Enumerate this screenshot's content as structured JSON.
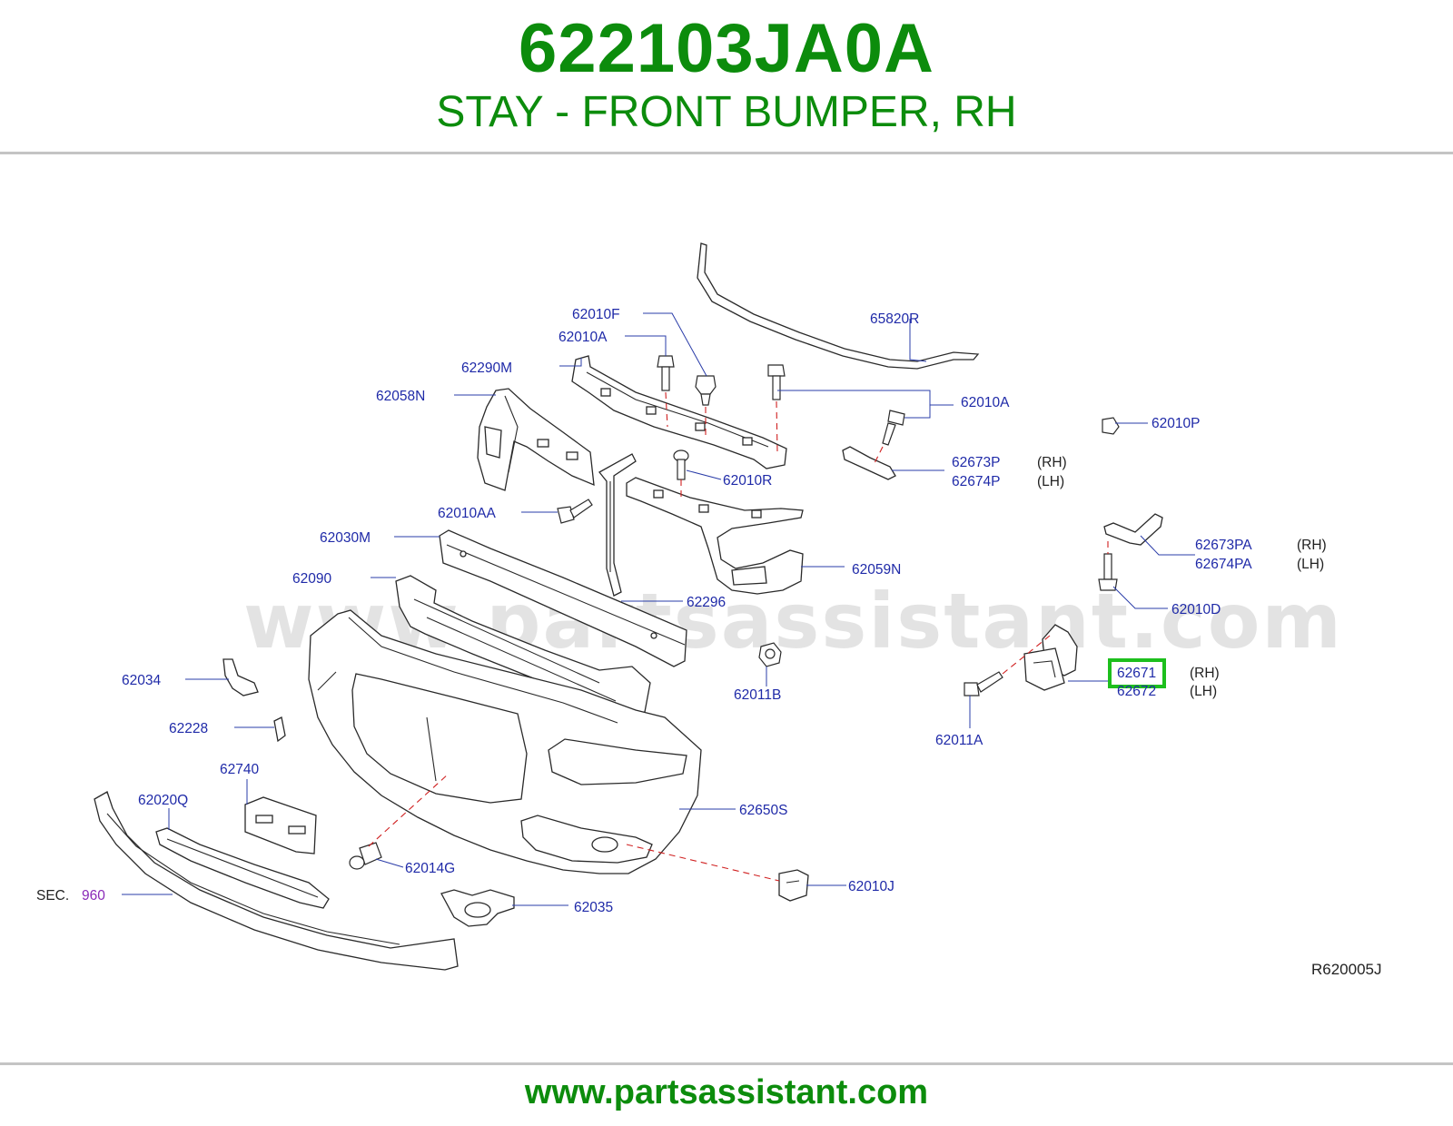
{
  "header": {
    "part_number": "622103JA0A",
    "part_name": "STAY - FRONT BUMPER, RH"
  },
  "footer": {
    "url": "www.partsassistant.com"
  },
  "watermark": "www.partsassistant.com",
  "diagram": {
    "code": "R620005J",
    "sec_label": "SEC.",
    "sec_number": "960",
    "highlight_color": "#1dbf1d",
    "labels": {
      "l65820R": "65820R",
      "l62010F": "62010F",
      "l62010A_top": "62010A",
      "l62290M": "62290M",
      "l62058N": "62058N",
      "l62010A_right": "62010A",
      "l62010P": "62010P",
      "l62673P": "62673P",
      "l62674P": "62674P",
      "l62010R": "62010R",
      "l62010AA": "62010AA",
      "l62030M": "62030M",
      "l62059N": "62059N",
      "l62673PA": "62673PA",
      "l62674PA": "62674PA",
      "l62090": "62090",
      "l62296": "62296",
      "l62010D": "62010D",
      "l62671": "62671",
      "l62672": "62672",
      "l62034": "62034",
      "l62011B": "62011B",
      "l62011A": "62011A",
      "l62228": "62228",
      "l62740": "62740",
      "l62020Q": "62020Q",
      "l62650S": "62650S",
      "l62014G": "62014G",
      "l62010J": "62010J",
      "l62035": "62035"
    },
    "sides": {
      "rh_62673P": "(RH)",
      "lh_62674P": "(LH)",
      "rh_62673PA": "(RH)",
      "lh_62674PA": "(LH)",
      "rh_62671": "(RH)",
      "lh_62672": "(LH)"
    }
  }
}
